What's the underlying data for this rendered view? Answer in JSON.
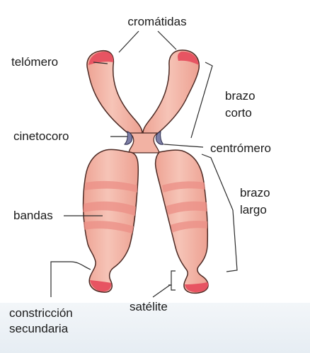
{
  "diagram": {
    "labels": {
      "cromatidas": "cromátidas",
      "telomero": "telómero",
      "brazo_corto": [
        "brazo",
        "corto"
      ],
      "cinetocoro": "cinetocoro",
      "centromero": "centrómero",
      "brazo_largo": [
        "brazo",
        "largo"
      ],
      "bandas": "bandas",
      "constriccion_secundaria": [
        "constricción",
        "secundaria"
      ],
      "satelite": "satélite"
    },
    "colors": {
      "chromatid_fill": "#f3b3a3",
      "chromatid_stroke": "#4d2a24",
      "band": "#ec8f86",
      "telomere": "#e75462",
      "kinetochore": "#7d7fa6",
      "leader": "#2b2b2b"
    }
  }
}
